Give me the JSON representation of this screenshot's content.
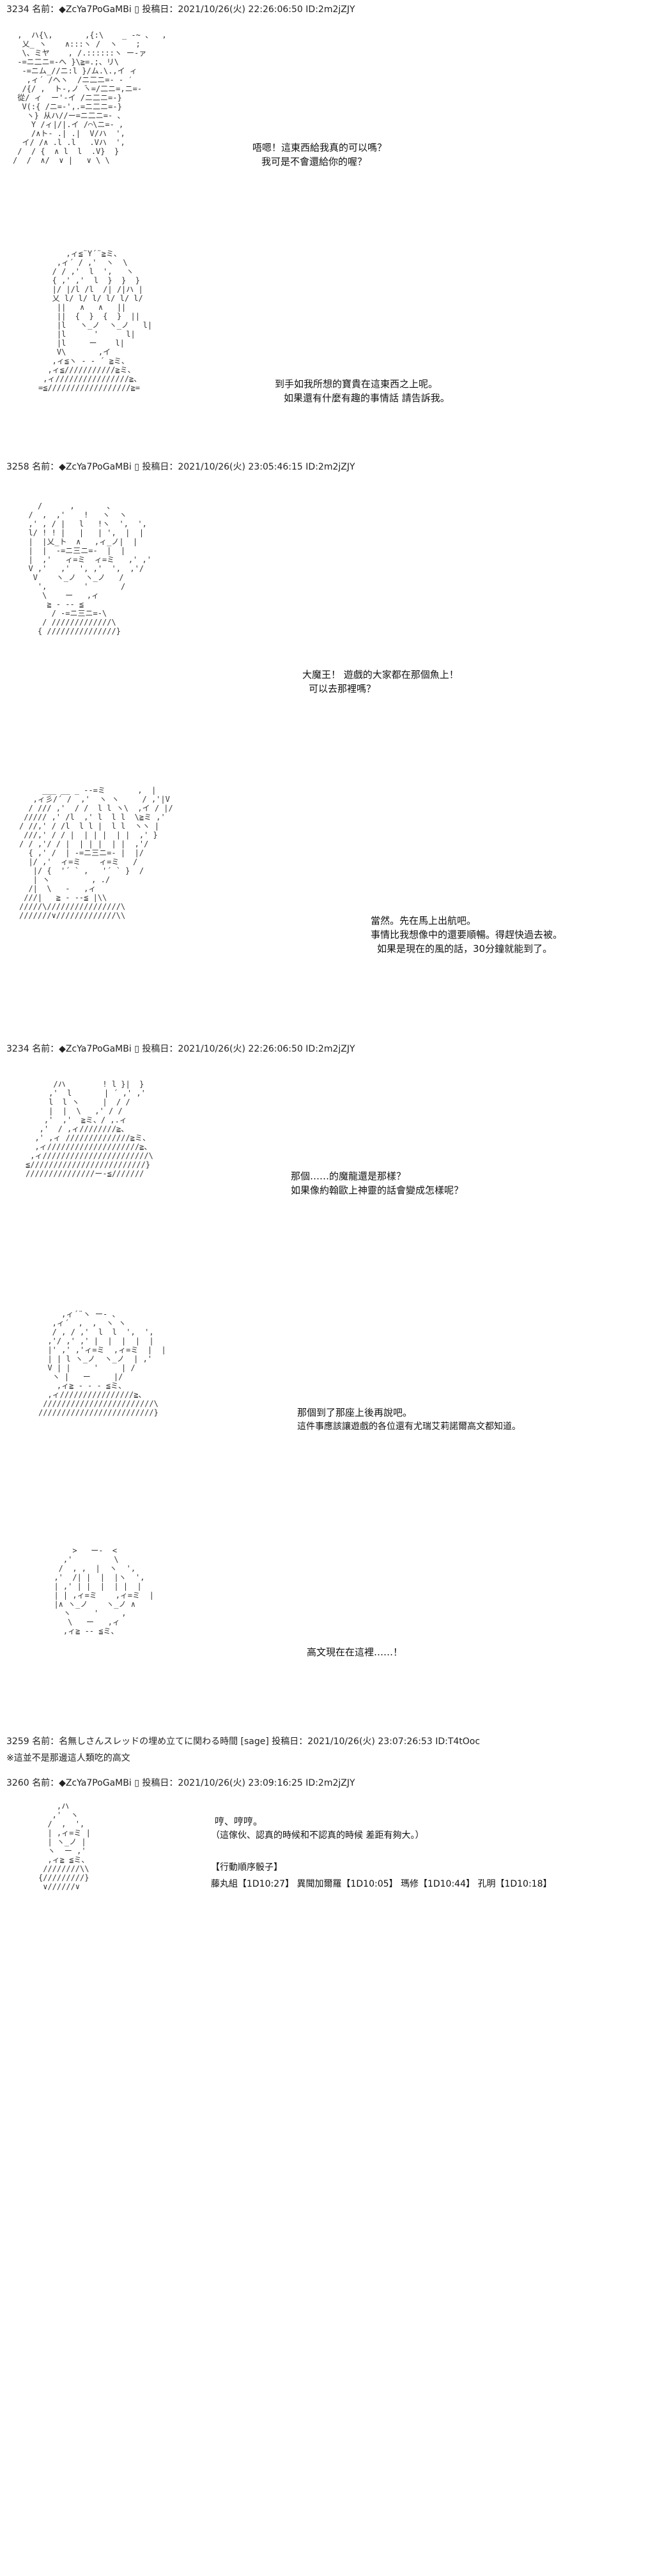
{
  "posts": [
    {
      "header": "3234 名前：◆ZcYa7PoGaMBi ▯ 投稿日：2021/10/26(火) 22:26:06:50 ID:2m2jZJY",
      "panels": [
        {
          "lines": [
            "唔嗯！這東西給我真的可以嗎？",
            "我可是不會還給你的喔？"
          ]
        },
        {
          "lines": [
            "到手如我所想的寶貴在這東西之上呢。",
            "如果還有什麼有趣的事情話 請告訴我。"
          ]
        }
      ]
    },
    {
      "header": "3258 名前：◆ZcYa7PoGaMBi ▯ 投稿日：2021/10/26(火) 23:05:46:15 ID:2m2jZJY",
      "panels": [
        {
          "lines": [
            "大魔王！ 遊戲的大家都在那個魚上！",
            "可以去那裡嗎？"
          ]
        },
        {
          "lines": [
            "當然。先在馬上出航吧。",
            "事情比我想像中的還要順暢。得趕快過去被。",
            "如果是現在的風的話，30分鐘就能到了。"
          ]
        }
      ]
    },
    {
      "header": "3234 名前：◆ZcYa7PoGaMBi ▯ 投稿日：2021/10/26(火) 22:26:06:50 ID:2m2jZJY",
      "panels": [
        {
          "lines": [
            "那個……的魔龍還是那樣？",
            "如果像約翰歐上神靈的話會變成怎樣呢？"
          ]
        },
        {
          "lines": [
            "那個到了那座上後再說吧。",
            "這件事應該讓遊戲的各位還有尤瑞艾莉諾爾高文都知道。"
          ]
        },
        {
          "lines": [
            "高文現在在這裡……！"
          ]
        }
      ]
    },
    {
      "header": "3259 名前：名無しさんスレッドの埋め立てに関わる時間 [sage] 投稿日：2021/10/26(火) 23:07:26:53 ID:T4tOoc",
      "note": "※這並不是那邊這人類吃的高文"
    },
    {
      "header": "3260 名前：◆ZcYa7PoGaMBi ▯ 投稿日：2021/10/26(火) 23:09:16:25 ID:2m2jZJY",
      "panels": [
        {
          "lines": [
            "哼、哼哼。",
            "（這傢伙、認真的時候和不認真的時候 差距有夠大。）"
          ]
        }
      ],
      "dice_title": "【行動順序骰子】",
      "dice_line": "藤丸組【1D10:27】 異聞加爾羅【1D10:05】 瑪修【1D10:44】 孔明【1D10:18】"
    }
  ],
  "art": {
    "a1": " ,  ハ{\\,       ,{:\\    _ ‐~ 、  ,\n  乂_ ヽ    ∧:::ヽ /  ヽ    ;\n  \\、ミヤ    , /.::::::ヽ ー‐ァ\n ‐=ニ二ニ=‐へ }\\≧=.;、リ\\\n  ‐=ニム_//ニ:l }/ム.\\.,イ ィ\n   ,ィ´ /へヽ  /ニ二ニ=‐ - ′\n  /{/ ,  ト-,ノ ̄ヽ=/二ニ=,ニ=‐\n 從/ ィ  ー'-イ /ニ二ニ=‐}\n  V(:{ /ニ=-',.=ニ二ニ=‐}\n   ヽ} 从ハ//ー=ニ二ニ=‐ 、\n    Y /ィ|/|.イ /⌒\\ニ=‐ ,\n    /∧ト- .| .|  V/ハ  ',\n  イ/ /∧ .l .l   .Vハ  ',\n /  / {  ∧ l  l  .V}  }\n/  /  ∧/  ∨ |   ∨ \\ \\",
    "a2": "      ,ィ≦¨Y´¨≧ミ、\n    ,ィ´ / ,'  ヽ  \\\n   / / ,'  l  ',   ヽ\n   { ,' ,'  l  }  }  }\n   |/ |/l /l  /| /|ハ |\n   乂 l/ l/ l/ l/ l/ l/\n    ||   ∧   ∧   ||\n    ||  {  }  {  }  ||\n    |l   ヽ_ノ  ヽ_ノ   l|\n    |l      '      l|\n    |l     ー    l|\n    V\\       ,イ\n   ,ィ≦ヽ - - ´ ≧ミ、\n  ,ィ≦///////////≧ミ、\n ,ィ////////////////≧、\n=≦//////////////////≧=",
    "a3": "    /      ,       、\n  /  ,  ,'    !   ヽ  ヽ\n  ,' , / |   l   !ヽ  ',  ',\n  l/ ! ! |   |   | ',  |  |\n  |  |乂_ト  ∧   ,ィ_ノ|  |\n  |  |  ‐=ニ三ニ=‐  |  |\n  |  ,'   ィ=ミ  ィ=ミ   ,' ,'\n  V ,'   ,'  ', ,'  ',  ,'/\n   V    ヽ_ノ  ヽ_ノ   /\n    ',        '       /\n     \\    ー   ,ィ\n      ≧ - -‐ ≦\n       / ‐=ニ三ニ=‐\\\n     / /////////////\\\n    { ///////////////}",
    "a4": "     ___ __ _ -‐=ミ       ,  |\n   ,ィ彡/´ /  ,'  ヽ ヽ     / ,'|V\n  / /// ,'  / /  l l ヽ\\  ,イ / |/\n ///// ,' /l  ,' l  l l  \\≧ミ ,'\n/ //,' / /l  l l |  l l  ヽヽ |\n ///,' / / |  | | |  | |  ,' }\n/ / ,'/ / |  | | |  | |  ,'/\n  { ,' /  | ‐=ニ三ニ=‐ |  |/\n  |/ ,'  ィ=ミ    ィ=ミ   /\n   |/ {  '´ ` ,   '´ ` }  /\n   | ヽ         , ./\n  /|  \\   ‐   ,ィ\n ///|   ≧ - -‐≦ |\\\\\n/////\\////////////////\\\n///////∨/////////////\\\\",
    "a5": "      /ハ        ! l }|  }\n     ,'  l       | ´ ,' ,'\n     l  l ヽ     |  / /\n     |  |  \\   ,' / /\n    ,'  ,'  ≧ミ、/ ,.ィ\n   ,'  / ,ィ////////≧、\n  ,' ,ィ //////////////≧ミ、\n  ,ィ////////////////////≧、\n ,ィ///////////////////////\\\n≦/////////////////////////}\n///////////////ー‐≦///////",
    "a6": "     ,ィ´¨ヽ ー- 、\n   ,ィ´  ,  ,  ヽ ヽ\n   / , / ,'  l  l  ',  ',\n  ,'/ ,' ,' |  |  |  |  |\n  |' ,' ,'ィ=ミ  ,ィ=ミ  |  |\n  | | l ヽ_ノ  ヽ_ノ  | ,'\n  V | |     '     | /\n   ヽ |   ー     |/\n    ,ィ≧ - - - ≦ミ、\n  ,ィ////////////////≧、\n ////////////////////////\\\n/////////////////////////}",
    "a7": "      >   ー‐  <\n    ,'         \\\n   /  , ,  |  ヽ  ',\n  ,'  /| |  |  |ヽ  ',\n  | ,' | |  |  | |  |\n  | | ,ィ=ミ    ,ィ=ミ  |\n  |∧ ヽ_ノ    ヽ_ノ ∧\n    ヽ     '     ,\n     \\   ー   ,ィ\n    ,ィ≧ -- ≦ミ、",
    "a8": "    ,ハ\n   ,'  ヽ\n  /  ,  ',\n  | ,ィ=ミ |\n  | ヽ_ノ |\n  ヽ  ー ,'\n  ,ィ≧ ≦ミ、\n ////////\\\\\n{/////////}\n ∨//////∨"
  }
}
